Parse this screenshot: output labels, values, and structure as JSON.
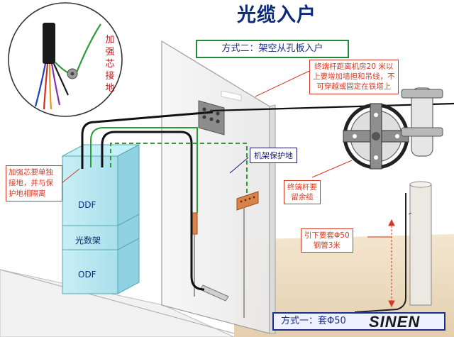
{
  "title": "光缆入户",
  "method_two": "方式二：架空从孔板入户",
  "method_one": "方式一：套Φ50",
  "callouts": {
    "terminal_pole": [
      "终端杆距离机房20 米以",
      "上要增加墙担和吊线，不",
      "可穿越或固定在铁塔上"
    ],
    "rack_ground": "机架保护地",
    "terminal_pole_reserve": [
      "终端杆要",
      "留余缆"
    ],
    "down_pipe": [
      "引下要套Φ50",
      "钢管3米"
    ],
    "core_ground_vertical": "加强芯接地",
    "core_separate": "加强芯要单独接地，并与保护地相隔离"
  },
  "cabinet": {
    "ddf": "DDF",
    "fiber_rack": "光数架",
    "odf": "ODF"
  },
  "logo": "SINEN",
  "colors": {
    "title": "#0b2b78",
    "callout_red": "#d53a26",
    "frame_green": "#1e8a3c",
    "cable_green": "#2e9c36",
    "cable_black": "#111111",
    "ground_brown": "#e6d3b3",
    "rack_cyan": "#9fdcea"
  }
}
